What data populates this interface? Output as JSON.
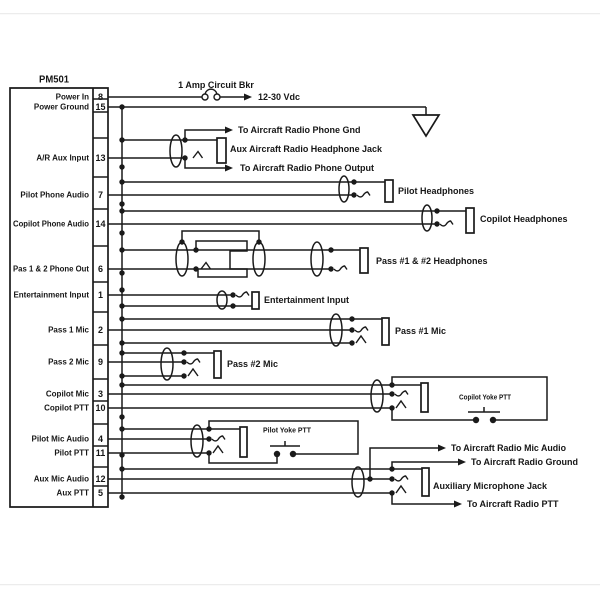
{
  "title": "PM501",
  "connector": {
    "pins": [
      {
        "label": "Power In",
        "number": "8"
      },
      {
        "label": "Power Ground",
        "number": "15"
      },
      {
        "label": "A/R Aux Input",
        "number": "13"
      },
      {
        "label": "Pilot Phone Audio",
        "number": "7"
      },
      {
        "label": "Copilot Phone Audio",
        "number": "14"
      },
      {
        "label": "Pas 1 & 2 Phone Out",
        "number": "6"
      },
      {
        "label": "Entertainment Input",
        "number": "1"
      },
      {
        "label": "Pass 1 Mic",
        "number": "2"
      },
      {
        "label": "Pass 2 Mic",
        "number": "9"
      },
      {
        "label": "Copilot Mic",
        "number": "3"
      },
      {
        "label": "Copilot PTT",
        "number": "10"
      },
      {
        "label": "Pilot Mic Audio",
        "number": "4"
      },
      {
        "label": "Pilot PTT",
        "number": "11"
      },
      {
        "label": "Aux Mic Audio",
        "number": "12"
      },
      {
        "label": "Aux PTT",
        "number": "5"
      }
    ]
  },
  "annotations": {
    "circuit_breaker": "1 Amp Circuit Bkr",
    "power_supply": "12-30 Vdc",
    "phone_gnd": "To Aircraft Radio Phone Gnd",
    "aux_headphone_jack": "Aux Aircraft Radio Headphone Jack",
    "phone_output": "To Aircraft Radio Phone Output",
    "pilot_headphones": "Pilot Headphones",
    "copilot_headphones": "Copilot Headphones",
    "pass_headphones": "Pass #1 & #2 Headphones",
    "entertainment_jack": "Entertainment Input",
    "pass1_mic_jack": "Pass #1 Mic",
    "pass2_mic_jack": "Pass #2 Mic",
    "copilot_yoke_ptt": "Copilot Yoke PTT",
    "pilot_yoke_ptt": "Pilot Yoke PTT",
    "radio_mic_audio": "To Aircraft Radio Mic Audio",
    "radio_ground": "To Aircraft Radio Ground",
    "aux_mic_jack": "Auxiliary Microphone Jack",
    "radio_ptt": "To Aircraft Radio PTT"
  },
  "colors": {
    "ink": "#1a1a1a",
    "background": "#ffffff"
  }
}
